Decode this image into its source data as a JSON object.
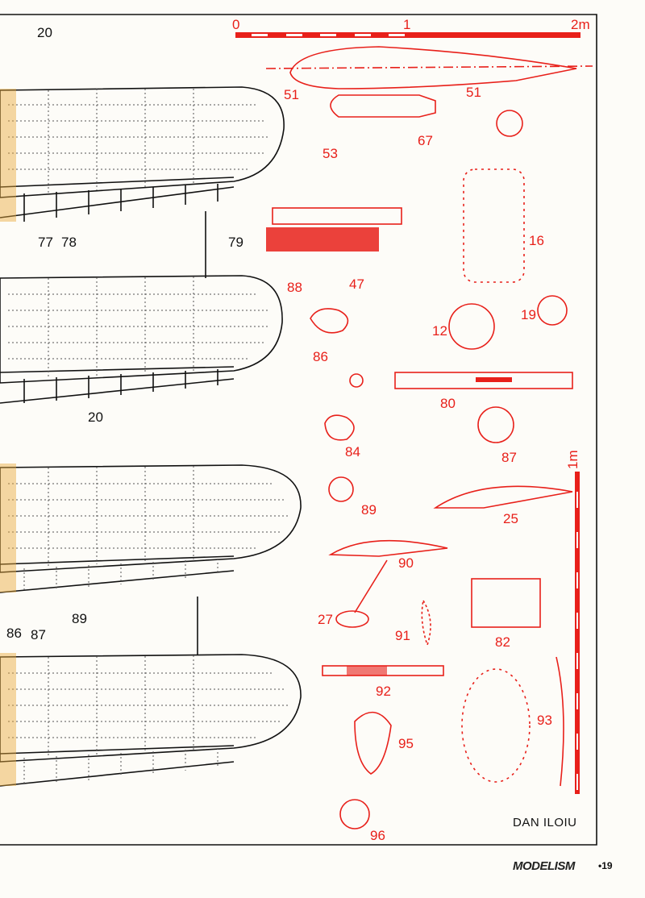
{
  "scale_bar": {
    "start": "0",
    "mid": "1",
    "end": "2m"
  },
  "vertical_scale": {
    "label": "1m"
  },
  "part_labels_red": [
    "51",
    "51",
    "53",
    "67",
    "88",
    "47",
    "16",
    "86",
    "12",
    "19",
    "80",
    "84",
    "87",
    "89",
    "25",
    "90",
    "27",
    "91",
    "82",
    "92",
    "93",
    "95",
    "96"
  ],
  "wing_labels_black": [
    "20",
    "77",
    "78",
    "79",
    "20",
    "86",
    "87",
    "89"
  ],
  "credit": "DAN ILOIU",
  "footer": {
    "magazine": "MODELISM",
    "page": "•19"
  },
  "colors": {
    "parts": "#e8201a",
    "wings": "#111111",
    "paper": "#fdfcf8"
  }
}
